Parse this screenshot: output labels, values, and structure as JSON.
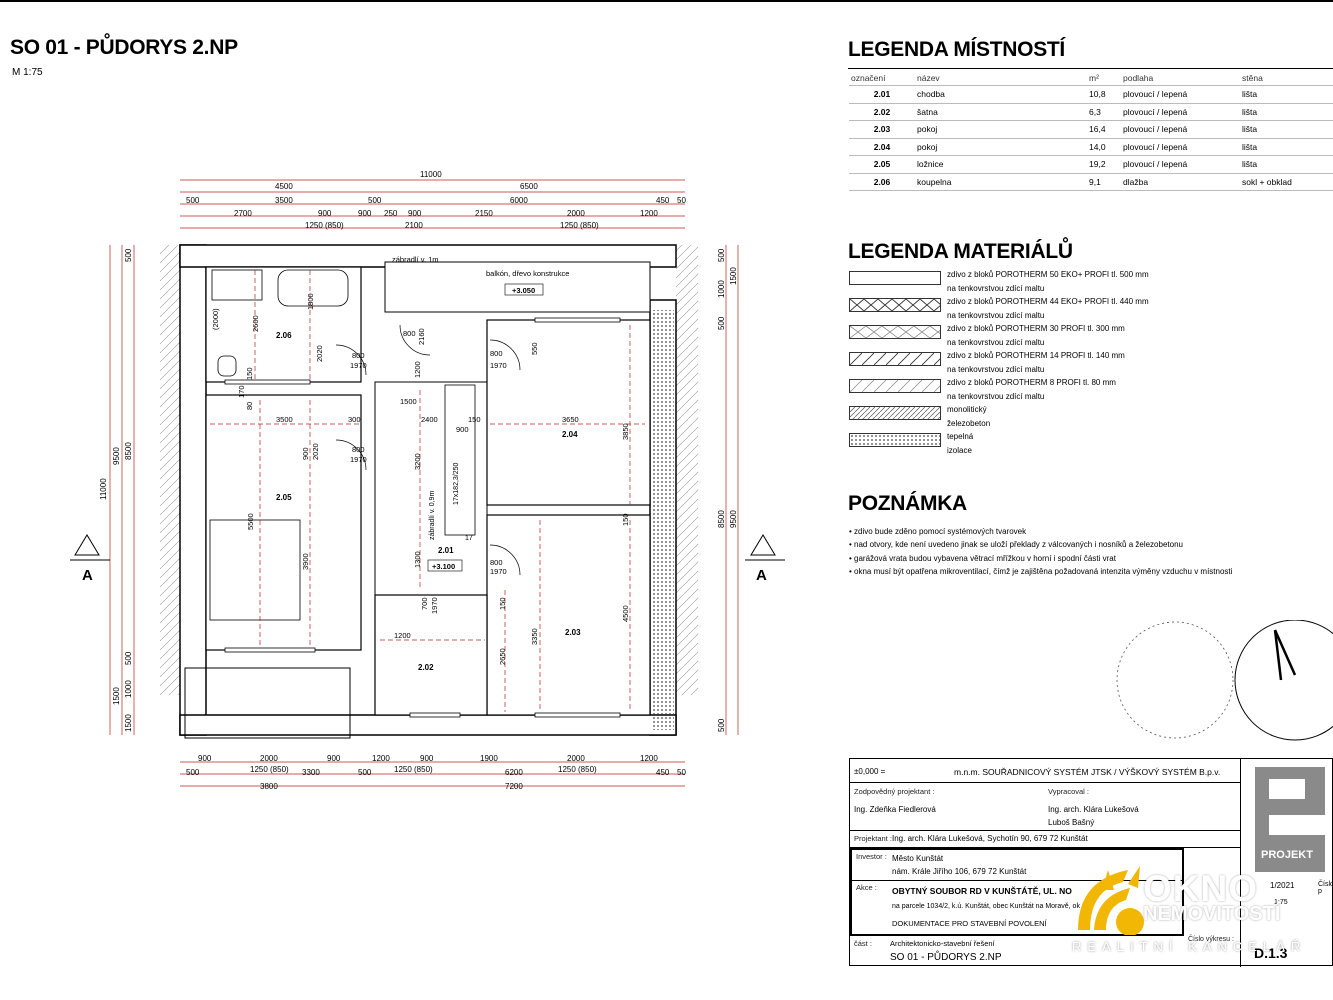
{
  "header": {
    "title": "SO 01 - PŮDORYS 2.NP",
    "scale": "M 1:75"
  },
  "rooms_legend": {
    "title": "LEGENDA MÍSTNOSTÍ",
    "columns": [
      "označení",
      "název",
      "m²",
      "podlaha",
      "stěna"
    ],
    "rows": [
      {
        "code": "2.01",
        "name": "chodba",
        "area": "10,8",
        "floor": "plovoucí  / lepená",
        "wall": "lišta"
      },
      {
        "code": "2.02",
        "name": "šatna",
        "area": "6,3",
        "floor": "plovoucí  / lepená",
        "wall": "lišta"
      },
      {
        "code": "2.03",
        "name": "pokoj",
        "area": "16,4",
        "floor": "plovoucí  / lepená",
        "wall": "lišta"
      },
      {
        "code": "2.04",
        "name": "pokoj",
        "area": "14,0",
        "floor": "plovoucí  / lepená",
        "wall": "lišta"
      },
      {
        "code": "2.05",
        "name": "ložnice",
        "area": "19,2",
        "floor": "plovoucí  / lepená",
        "wall": "lišta"
      },
      {
        "code": "2.06",
        "name": "koupelna",
        "area": "9,1",
        "floor": "dlažba",
        "wall": "sokl + obklad"
      }
    ]
  },
  "materials_legend": {
    "title": "LEGENDA MATERIÁLŮ",
    "items": [
      {
        "l1": "zdivo z bloků POROTHERM 50 EKO+ PROFI tl. 500 mm",
        "l2": "na tenkovrstvou zdící maltu",
        "pattern": "none"
      },
      {
        "l1": "zdivo z bloků POROTHERM 44 EKO+ PROFI tl. 440 mm",
        "l2": "na tenkovrstvou zdící maltu",
        "pattern": "cross"
      },
      {
        "l1": "zdivo z bloků POROTHERM 30 PROFI tl. 300 mm",
        "l2": "na tenkovrstvou zdící maltu",
        "pattern": "cross-light"
      },
      {
        "l1": "zdivo z bloků POROTHERM 14 PROFI tl. 140 mm",
        "l2": "na tenkovrstvou zdící maltu",
        "pattern": "diag"
      },
      {
        "l1": "zdivo z bloků POROTHERM 8 PROFI tl. 80 mm",
        "l2": "na tenkovrstvou zdící maltu",
        "pattern": "diag-light"
      },
      {
        "l1": "monolitický",
        "l2": "železobeton",
        "pattern": "diag-dense"
      },
      {
        "l1": "tepelná",
        "l2": "izolace",
        "pattern": "dots"
      }
    ]
  },
  "note": {
    "title": "POZNÁMKA",
    "items": [
      "• zdivo bude zděno pomocí systémových tvarovek",
      "• nad otvory, kde není uvedeno jinak se uloží překlady z válcovaných i nosníků a železobetonu",
      "• garážová vrata budou vybavena větrací mřížkou v horní i spodní části vrat",
      "• okna musí být opatřena mikroventilací, čímž je zajištěna požadovaná intenzita výměny vzduchu v místnosti"
    ]
  },
  "plan": {
    "section_mark": "A",
    "balcony_railing": "zábradlí v. 1m",
    "balcony_label": "balkón, dřevo konstrukce",
    "balcony_level": "+3.050",
    "hall_level": "+3.100",
    "stair_railing": "zábradlí v. 0,9m",
    "stair_spec": "17x182,3/250",
    "stair_count": "17",
    "rooms": {
      "r201": "2.01",
      "r202": "2.02",
      "r203": "2.03",
      "r204": "2.04",
      "r205": "2.05",
      "r206": "2.06"
    },
    "top_dims": {
      "total": "11000",
      "row2": [
        "4500",
        "6500"
      ],
      "row3": [
        "500",
        "3500",
        "500",
        "6000",
        "450",
        "50"
      ],
      "row4": [
        "2700",
        "900",
        "900",
        "250",
        "900",
        "2150",
        "2000",
        "1200"
      ],
      "row5": [
        "1250 (850)",
        "2100",
        "1250 (850)"
      ]
    },
    "bottom_dims": {
      "row1": [
        "900",
        "2000",
        "900",
        "1200",
        "900",
        "1900",
        "2000",
        "1200"
      ],
      "row2": [
        "500",
        "1250 (850)",
        "3300",
        "500",
        "1250 (850)",
        "6200",
        "1250 (850)",
        "450",
        "50"
      ],
      "row3": [
        "3800",
        "7200"
      ]
    },
    "left_dims": [
      "11000",
      "9500",
      "8500",
      "500",
      "1500",
      "500",
      "1000",
      "1500"
    ],
    "right_dims": [
      "500",
      "1000",
      "500",
      "1500",
      "8500",
      "9500",
      "500"
    ],
    "inner_dims": [
      "1800",
      "2600",
      "(2000)",
      "2020",
      "800",
      "1970",
      "1200",
      "150",
      "80",
      "170",
      "3500",
      "300",
      "1500",
      "2400",
      "150",
      "900",
      "3650",
      "3850",
      "900",
      "2020",
      "800",
      "1970",
      "3200",
      "800",
      "1970",
      "550",
      "1300",
      "700",
      "1970",
      "1200",
      "5500",
      "3900",
      "800",
      "1970",
      "150",
      "2650",
      "3350",
      "4500",
      "150",
      "2160",
      "800"
    ]
  },
  "title_block": {
    "datum_ref": "±0,000 =",
    "coord_system": "m.n.m. SOUŘADNICOVÝ SYSTÉM JTSK  /  VÝŠKOVÝ SYSTÉM B.p.v.",
    "resp_label": "Zodpovědný projektant :",
    "resp_name": "Ing. Zdeňka Fiedlerová",
    "drawn_label": "Vypracoval :",
    "drawn_name1": "Ing. arch. Klára Lukešová",
    "drawn_name2": "Luboš Bašný",
    "designer_label": "Projektant :",
    "designer": "Ing. arch. Klára Lukešová, Sychotín 90, 679 72 Kunštát",
    "investor_label": "Investor :",
    "investor": "Město Kunštát",
    "investor_addr": "nám. Krále Jiřího 106, 679 72 Kunštát",
    "action_label": "Akce :",
    "action": "OBYTNÝ SOUBOR RD V KUNŠTÁTĚ, UL. NO",
    "parcel": "na parcele 1034/2, k.ú. Kunštát, obec Kunštát na Moravě, ok",
    "doc": "DOKUMENTACE PRO STAVEBNÍ POVOLENÍ",
    "part_label": "část :",
    "part": "Architektonicko-stavební řešení",
    "drawing": "SO 01 - PŮDORYS 2.NP",
    "date": "1/2021",
    "scale": "1:75",
    "num_label": "Číslo p",
    "drawing_no_label": "Číslo výkresu :",
    "drawing_no": "D.1.3",
    "firm": "PROJEKT"
  },
  "watermark": {
    "l1": "OKNO",
    "l2": "NEMOVITOSTÍ",
    "l3": "REALITNÍ KANCELÁŘ"
  }
}
